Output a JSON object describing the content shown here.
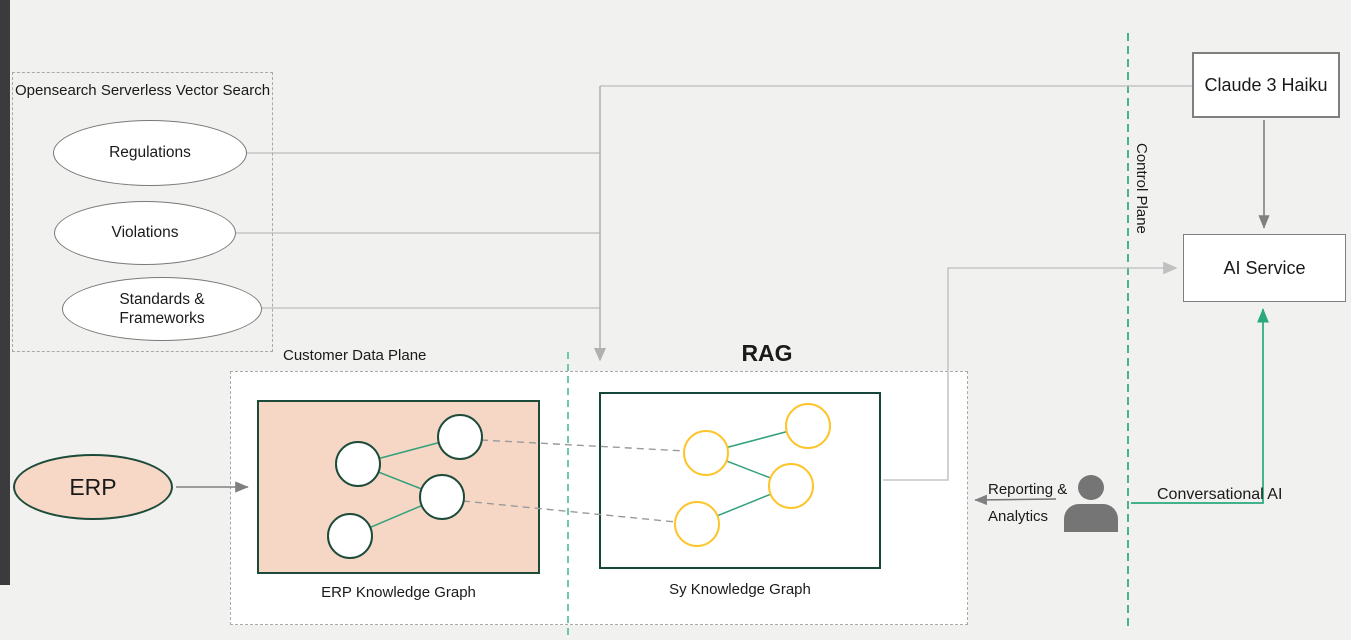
{
  "opensearch_panel": {
    "title": "Opensearch Serverless Vector Search",
    "ellipses": [
      {
        "label": "Regulations"
      },
      {
        "label": "Violations"
      },
      {
        "label": "Standards & Frameworks"
      }
    ]
  },
  "erp_source": {
    "label": "ERP"
  },
  "customer_data_plane": {
    "label": "Customer Data Plane",
    "erp_graph": {
      "caption": "ERP Knowledge Graph",
      "node_count": 4
    }
  },
  "rag": {
    "label": "RAG",
    "sy_graph": {
      "caption": "Sy Knowledge Graph",
      "node_count": 4
    }
  },
  "control_plane": {
    "label": "Control Plane"
  },
  "claude_box": {
    "label": "Claude 3 Haiku"
  },
  "ai_service_box": {
    "label": "AI Service"
  },
  "reporting": {
    "label": "Reporting & Analytics"
  },
  "conversational": {
    "label": "Conversational AI"
  },
  "icons": {
    "user": "user-icon"
  },
  "colors": {
    "background": "#f1f1f0",
    "sidebar": "#3b3b3d",
    "dark_green_border": "#1d4b3a",
    "graph_edge_green": "#33a17a",
    "control_plane_green": "#2aa87e",
    "divider_teal": "#6fc7ab",
    "salmon_fill": "#f7d7c6",
    "gold_node": "#fdc52a",
    "connector_gray": "#c6c6c6",
    "arrow_gray": "#808080",
    "person_gray": "#757575"
  }
}
